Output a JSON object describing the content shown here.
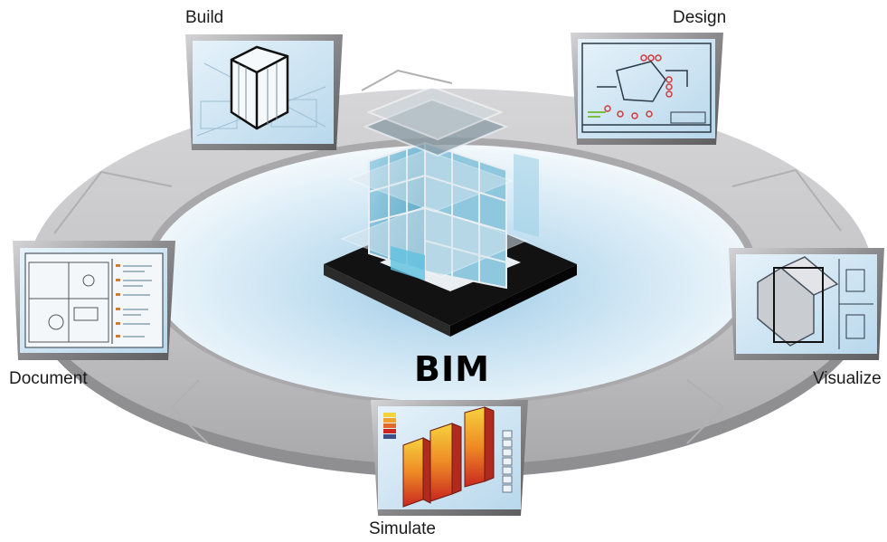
{
  "diagram": {
    "center_label": "BIM",
    "stages": {
      "build": "Build",
      "design": "Design",
      "visualize": "Visualize",
      "simulate": "Simulate",
      "document": "Document"
    }
  },
  "colors": {
    "ring": "#c4c4c6",
    "ring_edge": "#9a9a9c",
    "inner_glow": "#cfe6f4",
    "frame": "#7d7d80",
    "screen": "#cfe5f3",
    "building_glass": "#7fc0da",
    "heat_hot": "#d8322a",
    "heat_warm": "#f2a22c"
  }
}
